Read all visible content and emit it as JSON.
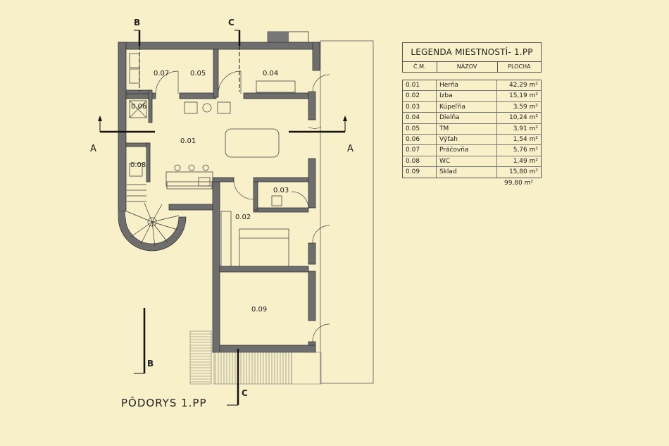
{
  "legend": {
    "title": "LEGENDA MIESTNOSTÍ- 1.PP",
    "headers": [
      "Č.M.",
      "NÁZOV",
      "PLOCHA"
    ],
    "rooms": [
      {
        "id": "0.01",
        "name": "Herňa",
        "area": "42,29 m²"
      },
      {
        "id": "0.02",
        "name": "Izba",
        "area": "15,19 m²"
      },
      {
        "id": "0.03",
        "name": "Kúpeľňa",
        "area": "3,59 m²"
      },
      {
        "id": "0.04",
        "name": "Dielňa",
        "area": "10,24 m²"
      },
      {
        "id": "0.05",
        "name": "TM",
        "area": "3,91 m²"
      },
      {
        "id": "0.06",
        "name": "Výťah",
        "area": "1,54 m²"
      },
      {
        "id": "0.07",
        "name": "Práčovňa",
        "area": "5,76 m²"
      },
      {
        "id": "0.08",
        "name": "WC",
        "area": "1,49 m²"
      },
      {
        "id": "0.09",
        "name": "Sklad",
        "area": "15,80 m²"
      }
    ],
    "total": "99,80 m²"
  },
  "plan": {
    "title": "PÔDORYS 1.PP",
    "section_marks": [
      "A",
      "A",
      "B",
      "B",
      "C",
      "C"
    ],
    "room_labels": [
      "0.01",
      "0.02",
      "0.03",
      "0.04",
      "0.05",
      "0.06",
      "0.07",
      "0.08",
      "0.09"
    ]
  }
}
